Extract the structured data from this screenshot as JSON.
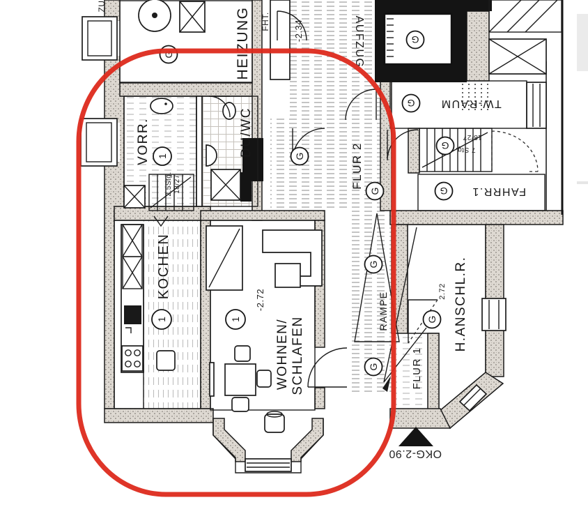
{
  "annotation": {
    "highlight_color": "#dd2a1c"
  },
  "symbols": {
    "g": "G",
    "one": "1"
  },
  "rooms": {
    "heizung": "HEIZUNG",
    "vorr": "VORR.",
    "duwc": "DU/WC",
    "kochen": "KOCHEN",
    "wohnen_line1": "WOHNEN/",
    "wohnen_line2": "SCHLAFEN",
    "aufzug": "AUFZUG",
    "flur2": "FLUR 2",
    "twraum": "TW-RAUM",
    "fahrr1": "FAHRR.1",
    "hanschlr": "H.ANSCHL.R.",
    "flur1": "FLUR 1",
    "rampe": "RAMPE"
  },
  "marks": {
    "fht": "FHT.",
    "zu": "ZU",
    "level_corridor": "-2.34",
    "level_wohnen": "-2.72",
    "level_hanschl": "2.72",
    "stair_left_line1": "2,5Stg.",
    "stair_left_line2": "18/27",
    "stair_right_line1": "18/27",
    "stair_right_line2": "7 Stg.",
    "level_marker": "OKG-2.90"
  }
}
